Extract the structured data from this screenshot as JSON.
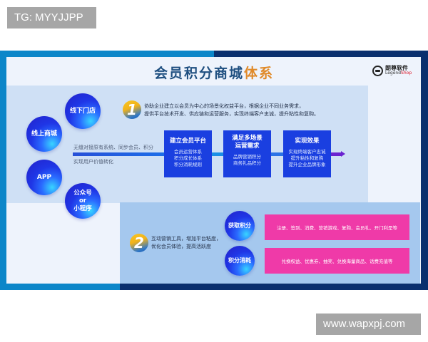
{
  "watermarks": {
    "top": "TG: MYYJJPP",
    "bottom": "www.wapxpj.com"
  },
  "header": {
    "title_main": "会员积分商城",
    "title_highlight": "体系",
    "logo_cn": "朗尊软件",
    "logo_en_main": "Legend",
    "logo_en_accent": "Shop",
    "logo_icon": "mascot-icon"
  },
  "channels": [
    {
      "label_lines": [
        "线下门店"
      ]
    },
    {
      "label_lines": [
        "线上商城"
      ]
    },
    {
      "label_lines": [
        "APP"
      ]
    },
    {
      "label_lines": [
        "公众号",
        "or",
        "小程序"
      ]
    }
  ],
  "section1": {
    "badge": "1",
    "desc_lines": [
      "协助企业建立以会员为中心的场景化权益平台，根据企业不同业务需求，",
      "提供平台技术开发、供应链和运营服务，实现终端客户忠诚，提升粘性和复购。"
    ],
    "flow_above": "无缝对接原有系统、同步会员、积分",
    "flow_below": "实现用户价值转化",
    "steps": [
      {
        "title_lines": [
          "建立会员平台"
        ],
        "detail_lines": [
          "会员运营体系",
          "积分成长体系",
          "积分消耗规则"
        ]
      },
      {
        "title_lines": [
          "满足多场景",
          "运营需求"
        ],
        "detail_lines": [
          "品牌营销积分",
          "商务礼品积分"
        ]
      },
      {
        "title_lines": [
          "实现效果"
        ],
        "detail_lines": [
          "实现终端客户忠诚",
          "提升粘性和复购",
          "提升企业品牌形象"
        ]
      }
    ]
  },
  "section2": {
    "badge": "2",
    "desc_lines": [
      "互动营销工具，增加平台粘度，",
      "优化会员体验，提高活跃度"
    ],
    "rows": [
      {
        "ball": "获取积分",
        "detail": "注册、签到、消费、营销游戏、复购、会员礼、开门利是等"
      },
      {
        "ball": "积分消耗",
        "detail": "兑换权益、优惠券、抽奖、兑换海量商品、话费充值等"
      }
    ]
  },
  "colors": {
    "frame_blue": "#0c86c9",
    "frame_navy": "#0a2f6e",
    "title_blue": "#1f4f80",
    "title_orange": "#e08a2a",
    "step_box": "#1a3fe0",
    "pink": "#ef3aa8"
  }
}
